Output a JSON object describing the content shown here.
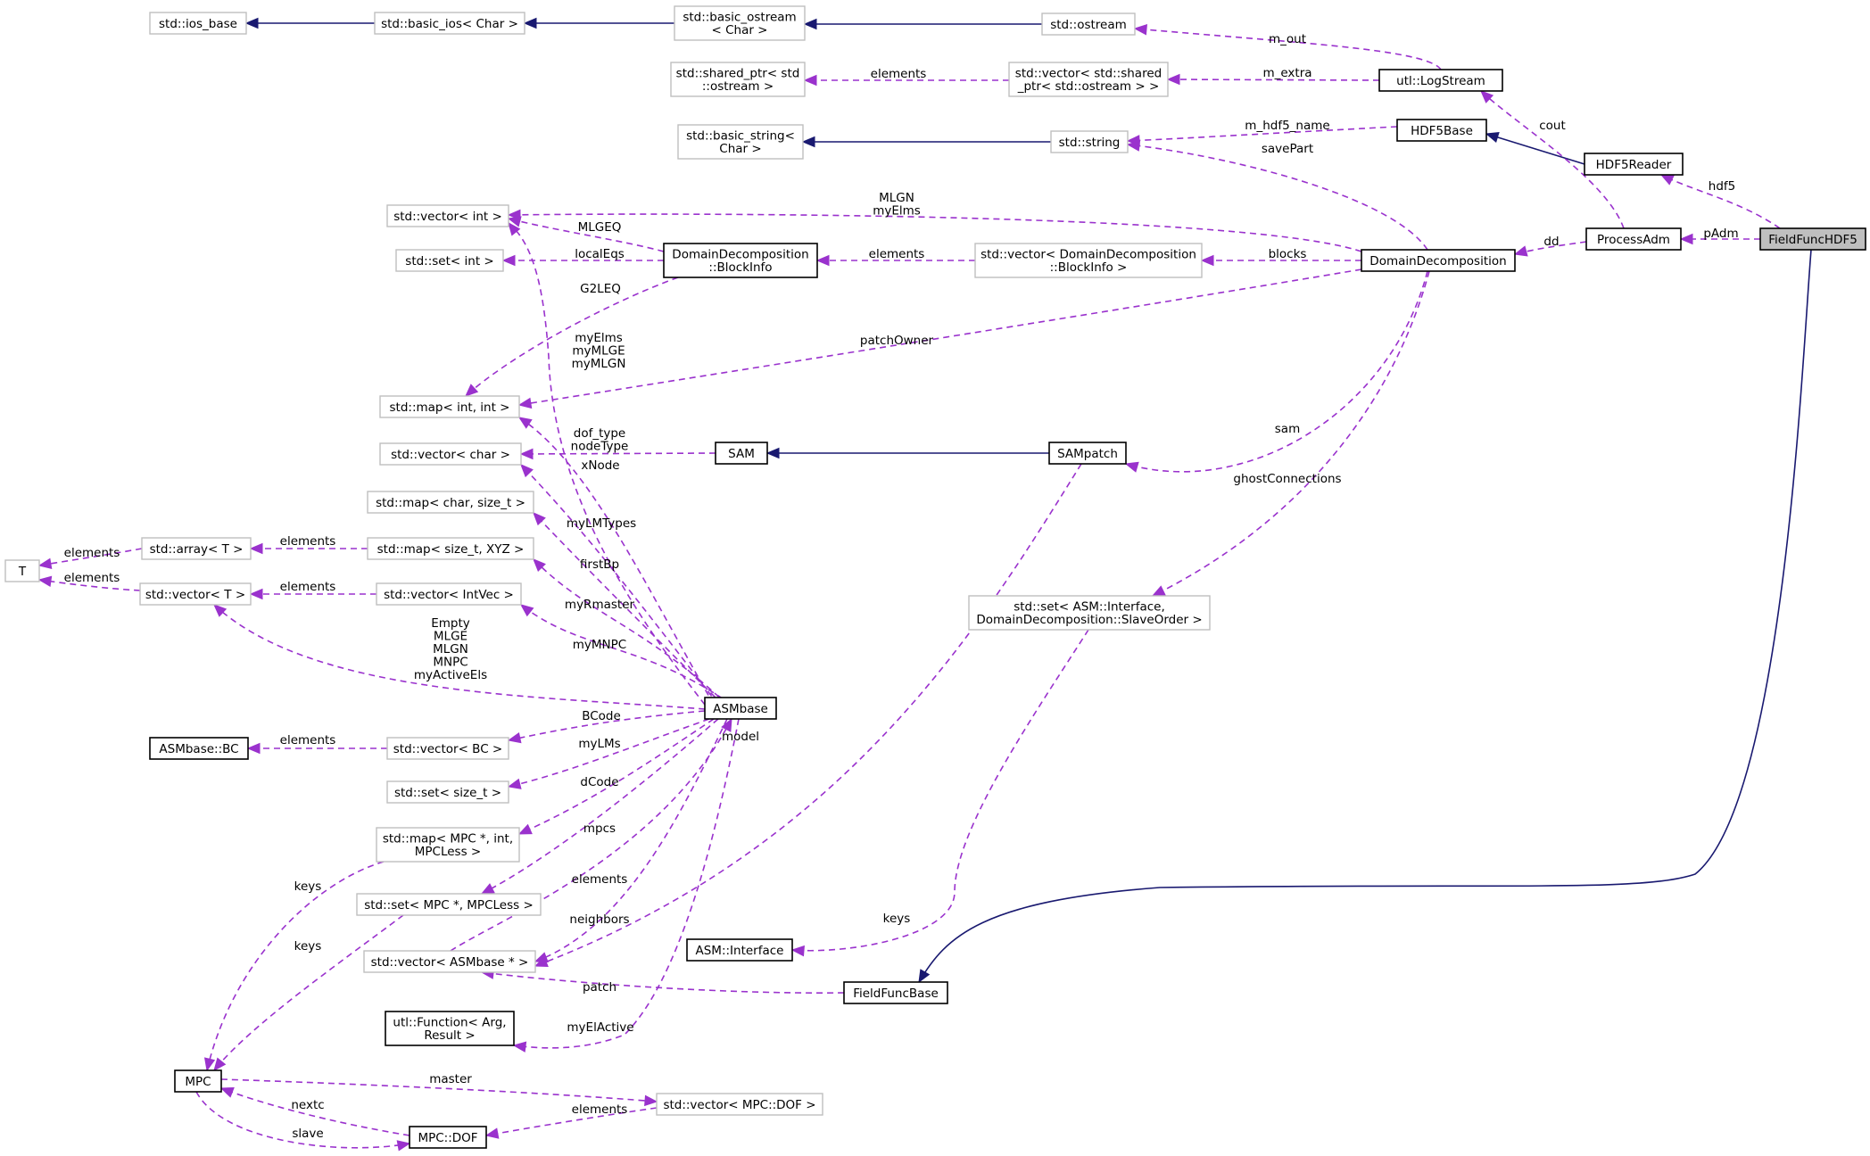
{
  "colors": {
    "dependency": "#9a32cd",
    "inheritance": "#191970",
    "documented_border": "#000000",
    "external_border": "#bfbfbf",
    "focus_fill": "#bfbfbf"
  },
  "nodes": {
    "ios_base": {
      "label": [
        "std::ios_base"
      ]
    },
    "basic_ios": {
      "label": [
        "std::basic_ios< Char >"
      ]
    },
    "basic_ostream": {
      "label": [
        "std::basic_ostream",
        "< Char >"
      ]
    },
    "ostream": {
      "label": [
        "std::ostream"
      ]
    },
    "logstream": {
      "label": [
        "utl::LogStream"
      ]
    },
    "shared_ptr": {
      "label": [
        "std::shared_ptr< std",
        "::ostream >"
      ]
    },
    "vec_shared": {
      "label": [
        "std::vector< std::shared",
        "_ptr< std::ostream > >"
      ]
    },
    "basic_string": {
      "label": [
        "std::basic_string<",
        "Char >"
      ]
    },
    "string": {
      "label": [
        "std::string"
      ]
    },
    "hdf5base": {
      "label": [
        "HDF5Base"
      ]
    },
    "hdf5reader": {
      "label": [
        "HDF5Reader"
      ]
    },
    "fieldfunc": {
      "label": [
        "FieldFuncHDF5"
      ]
    },
    "processadm": {
      "label": [
        "ProcessAdm"
      ]
    },
    "domdec": {
      "label": [
        "DomainDecomposition"
      ]
    },
    "vec_int": {
      "label": [
        "std::vector< int >"
      ]
    },
    "set_int": {
      "label": [
        "std::set< int >"
      ]
    },
    "blockinfo": {
      "label": [
        "DomainDecomposition",
        "::BlockInfo"
      ]
    },
    "vec_blockinfo": {
      "label": [
        "std::vector< DomainDecomposition",
        "::BlockInfo >"
      ]
    },
    "map_int_int": {
      "label": [
        "std::map< int, int >"
      ]
    },
    "vec_char": {
      "label": [
        "std::vector< char >"
      ]
    },
    "sam": {
      "label": [
        "SAM"
      ]
    },
    "sampatch": {
      "label": [
        "SAMpatch"
      ]
    },
    "map_char_size": {
      "label": [
        "std::map< char, size_t >"
      ]
    },
    "array_t": {
      "label": [
        "std::array< T >"
      ]
    },
    "map_size_xyz": {
      "label": [
        "std::map< size_t, XYZ >"
      ]
    },
    "t": {
      "label": [
        "T"
      ]
    },
    "vec_t": {
      "label": [
        "std::vector< T >"
      ]
    },
    "vec_intvec": {
      "label": [
        "std::vector< IntVec >"
      ]
    },
    "set_slaveorder": {
      "label": [
        "std::set< ASM::Interface,",
        "DomainDecomposition::SlaveOrder >"
      ]
    },
    "asmbase": {
      "label": [
        "ASMbase"
      ]
    },
    "asmbase_bc": {
      "label": [
        "ASMbase::BC"
      ]
    },
    "vec_bc": {
      "label": [
        "std::vector< BC >"
      ]
    },
    "set_size": {
      "label": [
        "std::set< size_t >"
      ]
    },
    "map_mpc": {
      "label": [
        "std::map< MPC *, int,",
        "MPCLess >"
      ]
    },
    "set_mpc": {
      "label": [
        "std::set< MPC *, MPCLess >"
      ]
    },
    "vec_asmbase": {
      "label": [
        "std::vector< ASMbase * >"
      ]
    },
    "asm_interface": {
      "label": [
        "ASM::Interface"
      ]
    },
    "fieldfuncbase": {
      "label": [
        "FieldFuncBase"
      ]
    },
    "utl_function": {
      "label": [
        "utl::Function< Arg,",
        "Result >"
      ]
    },
    "mpc": {
      "label": [
        "MPC"
      ]
    },
    "vec_mpcdof": {
      "label": [
        "std::vector< MPC::DOF >"
      ]
    },
    "mpc_dof": {
      "label": [
        "MPC::DOF"
      ]
    }
  },
  "edge_labels": {
    "m_out": [
      "m_out"
    ],
    "m_extra": [
      "m_extra"
    ],
    "elements_shared": [
      "elements"
    ],
    "m_hdf5_name": [
      "m_hdf5_name"
    ],
    "savePart": [
      "savePart"
    ],
    "cout": [
      "cout"
    ],
    "hdf5": [
      "hdf5"
    ],
    "pAdm": [
      "pAdm"
    ],
    "dd": [
      "dd"
    ],
    "mlgn_myelms": [
      "MLGN",
      "myElms"
    ],
    "mlgeq": [
      "MLGEQ"
    ],
    "localEqs": [
      "localEqs"
    ],
    "elements_block": [
      "elements"
    ],
    "blocks": [
      "blocks"
    ],
    "g2leq": [
      "G2LEQ"
    ],
    "myelms_set": [
      "myElms",
      "myMLGE",
      "myMLGN"
    ],
    "patchOwner": [
      "patchOwner"
    ],
    "sam": [
      "sam"
    ],
    "dof_nodetype": [
      "dof_type",
      "nodeType"
    ],
    "xNode": [
      "xNode"
    ],
    "ghostConnections": [
      "ghostConnections"
    ],
    "myLMTypes": [
      "myLMTypes"
    ],
    "elements_array": [
      "elements"
    ],
    "elements_t1": [
      "elements"
    ],
    "elements_t2": [
      "elements"
    ],
    "firstBp": [
      "firstBp"
    ],
    "elements_intvec": [
      "elements"
    ],
    "myRmaster": [
      "myRmaster"
    ],
    "myMNPC": [
      "myMNPC"
    ],
    "empty_set": [
      "Empty",
      "MLGE",
      "MLGN",
      "MNPC",
      "myActiveEls"
    ],
    "bcode": [
      "BCode"
    ],
    "elements_bc": [
      "elements"
    ],
    "model": [
      "model"
    ],
    "myLMs": [
      "myLMs"
    ],
    "dCode": [
      "dCode"
    ],
    "mpcs": [
      "mpcs"
    ],
    "keys_map": [
      "keys"
    ],
    "elements_asm": [
      "elements"
    ],
    "keys_set": [
      "keys"
    ],
    "neighbors": [
      "neighbors"
    ],
    "keys_iface": [
      "keys"
    ],
    "patch": [
      "patch"
    ],
    "myElActive": [
      "myElActive"
    ],
    "master": [
      "master"
    ],
    "nextc": [
      "nextc"
    ],
    "elements_dof": [
      "elements"
    ],
    "slave": [
      "slave"
    ]
  }
}
